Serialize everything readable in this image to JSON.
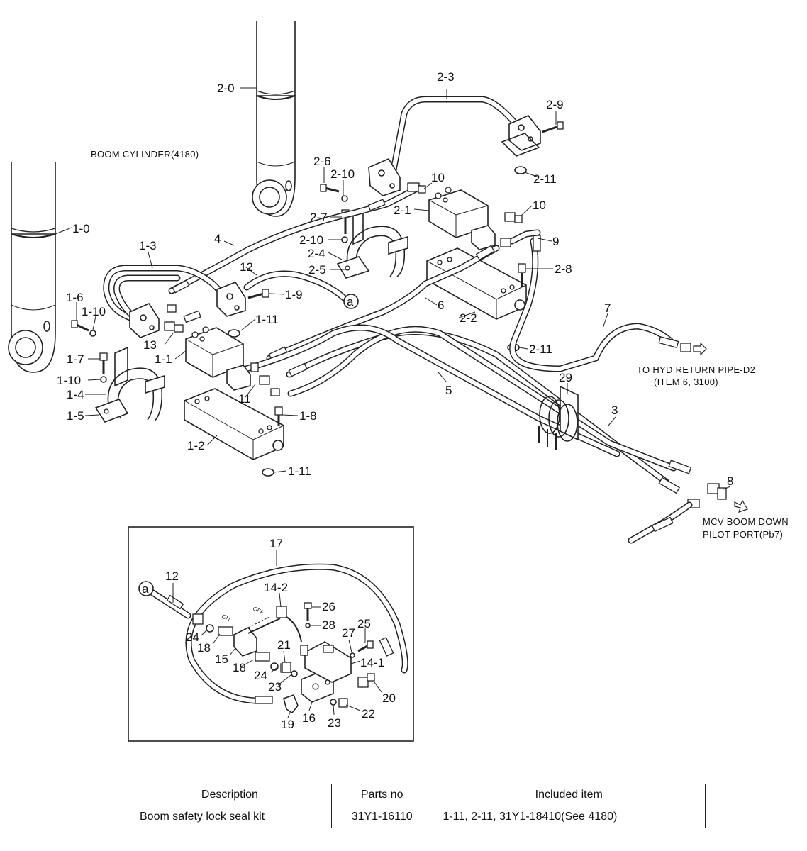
{
  "callouts": {
    "c_2_0": "2-0",
    "c_1_0": "1-0",
    "c_2_3": "2-3",
    "c_2_9": "2-9",
    "c_2_6": "2-6",
    "c_2_10a": "2-10",
    "c_10a": "10",
    "c_2_11a": "2-11",
    "c_2_1": "2-1",
    "c_10b": "10",
    "c_2_7": "2-7",
    "c_2_10b": "2-10",
    "c_2_4": "2-4",
    "c_2_5": "2-5",
    "c_9": "9",
    "c_2_8": "2-8",
    "c_4": "4",
    "c_1_3": "1-3",
    "c_12a": "12",
    "c_1_9": "1-9",
    "c_6": "6",
    "c_2_2": "2-2",
    "c_7": "7",
    "c_1_6": "1-6",
    "c_1_10a": "1-10",
    "c_1_11a": "1-11",
    "c_13": "13",
    "c_1_1": "1-1",
    "c_2_11b": "2-11",
    "c_1_7": "1-7",
    "c_1_10b": "1-10",
    "c_1_4": "1-4",
    "c_11": "11",
    "c_5": "5",
    "c_29": "29",
    "c_1_5": "1-5",
    "c_1_8": "1-8",
    "c_3": "3",
    "c_1_2": "1-2",
    "c_1_11b": "1-11",
    "c_8": "8",
    "c_17": "17",
    "c_12b": "12",
    "c_14_2": "14-2",
    "c_26": "26",
    "c_28": "28",
    "c_27": "27",
    "c_25": "25",
    "c_24a": "24",
    "c_18a": "18",
    "c_21": "21",
    "c_14_1": "14-1",
    "c_15": "15",
    "c_18b": "18",
    "c_24b": "24",
    "c_23a": "23",
    "c_20": "20",
    "c_19": "19",
    "c_16": "16",
    "c_23b": "23",
    "c_22": "22"
  },
  "notes": {
    "boom_cylinder": "BOOM CYLINDER(4180)",
    "to_hyd_line1": "TO HYD RETURN PIPE-D2",
    "to_hyd_line2": "(ITEM 6, 3100)",
    "mcv_line1": "MCV BOOM DOWN",
    "mcv_line2": "PILOT PORT(Pb7)",
    "marker_a1": "a",
    "marker_a2": "a",
    "valve_on": "ON",
    "valve_off": "OFF"
  },
  "table": {
    "headers": [
      "Description",
      "Parts no",
      "Included item"
    ],
    "rows": [
      [
        "Boom safety lock seal kit",
        "31Y1-16110",
        "1-11, 2-11,  31Y1-18410(See 4180)"
      ]
    ]
  }
}
